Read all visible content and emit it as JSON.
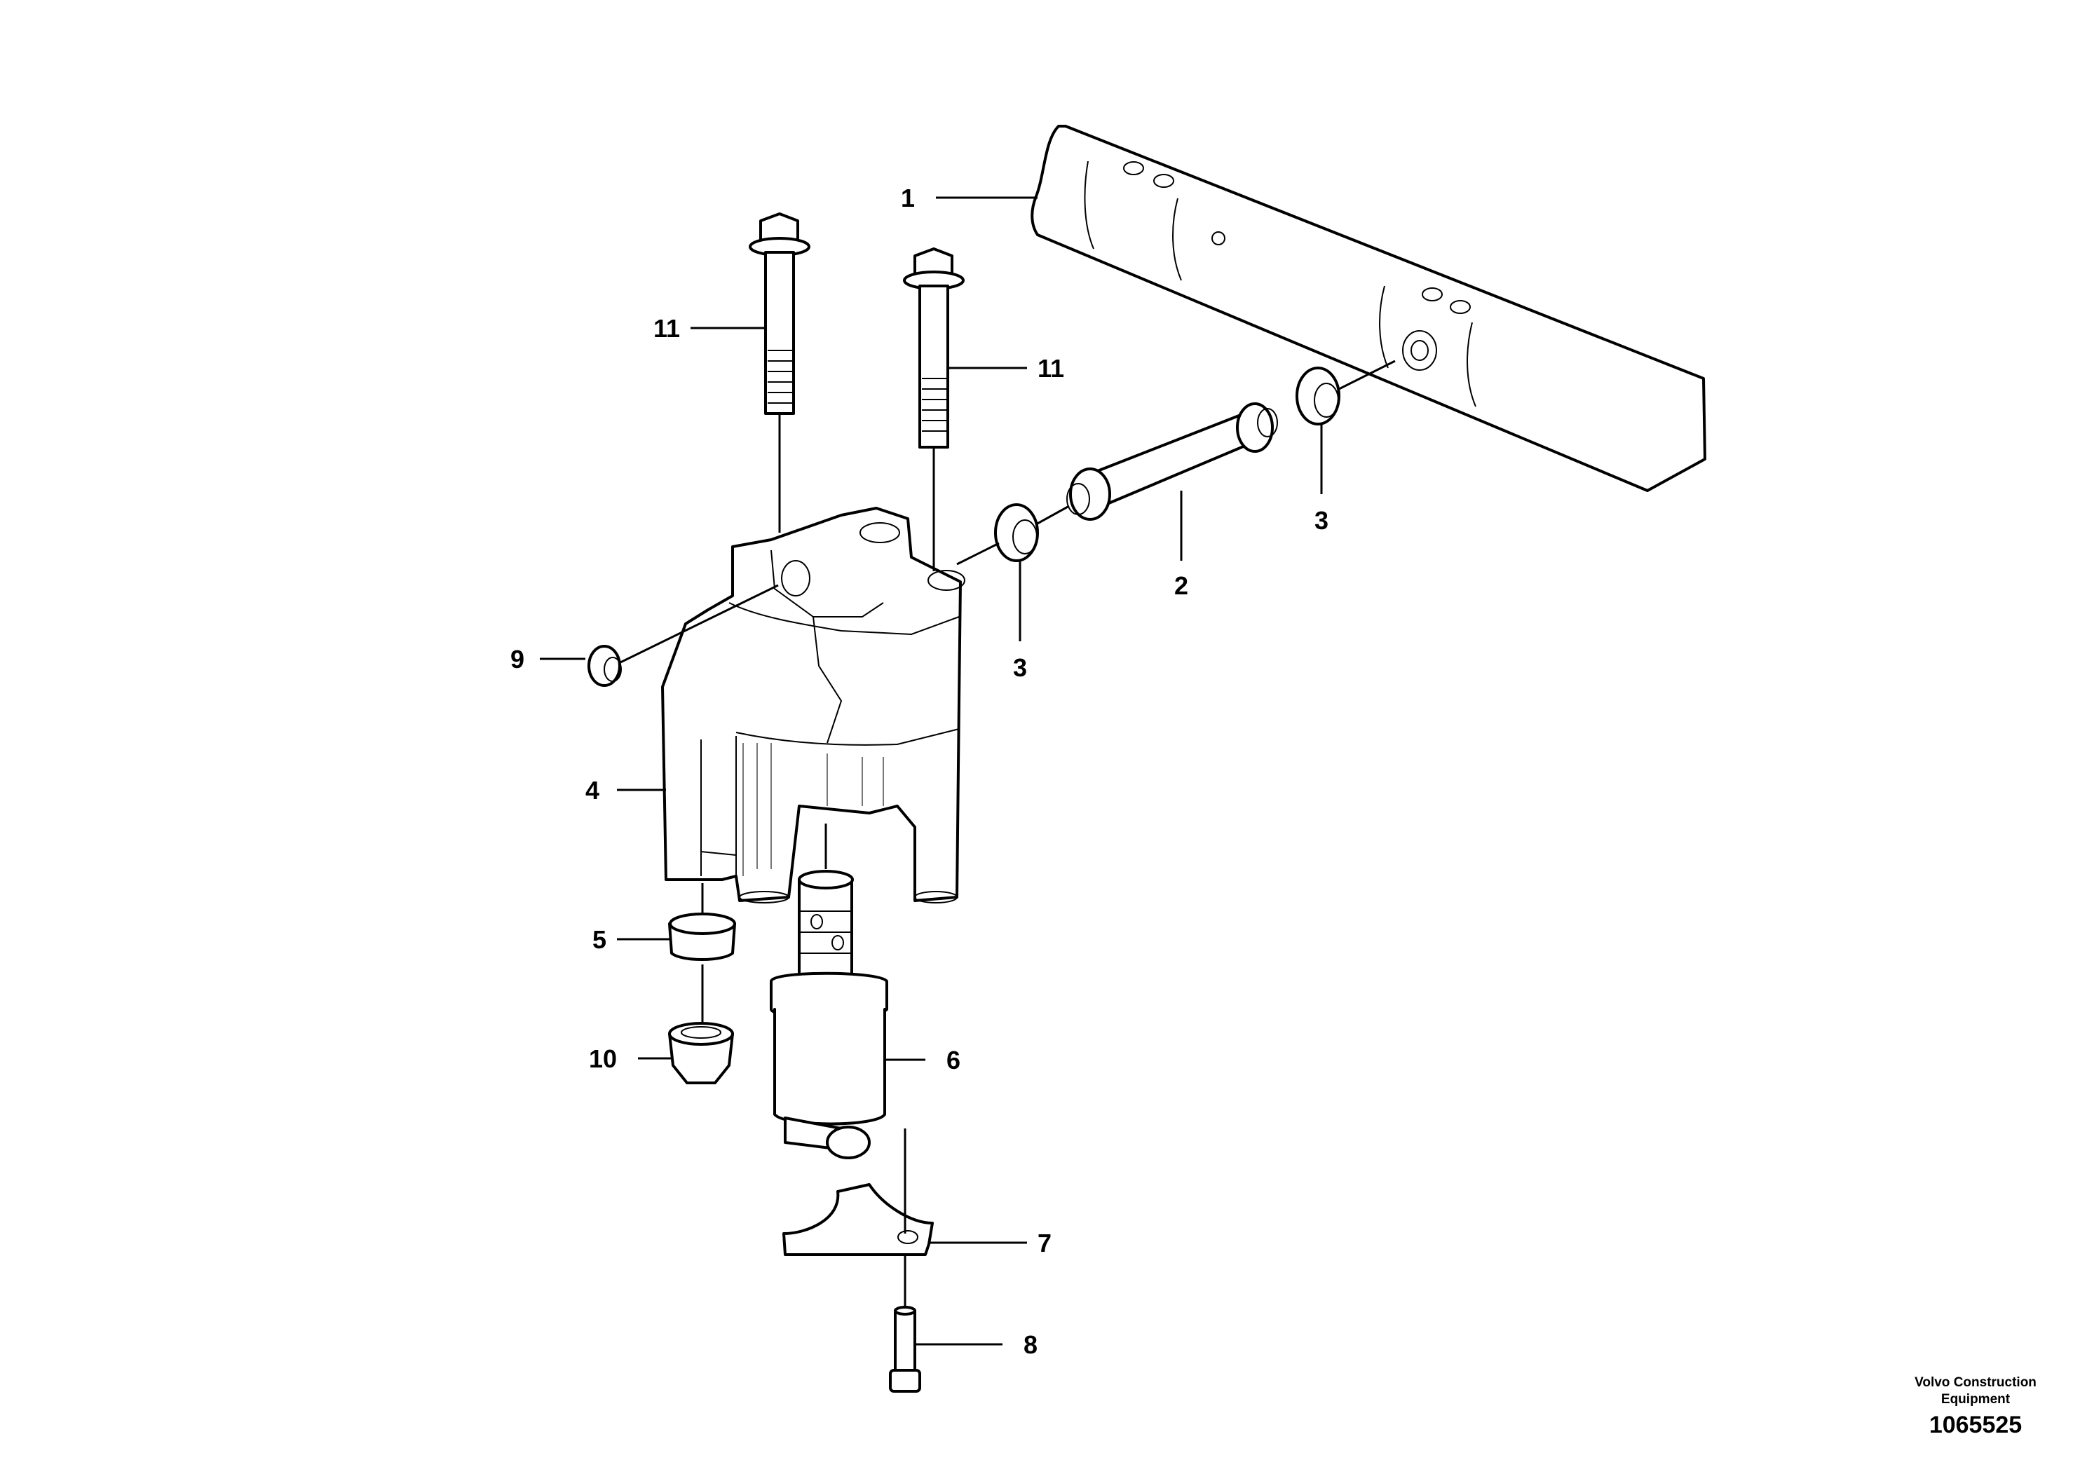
{
  "callouts": [
    {
      "id": "c1",
      "label": "1"
    },
    {
      "id": "c2",
      "label": "2"
    },
    {
      "id": "c3a",
      "label": "3"
    },
    {
      "id": "c3b",
      "label": "3"
    },
    {
      "id": "c4",
      "label": "4"
    },
    {
      "id": "c5",
      "label": "5"
    },
    {
      "id": "c6",
      "label": "6"
    },
    {
      "id": "c7",
      "label": "7"
    },
    {
      "id": "c8",
      "label": "8"
    },
    {
      "id": "c9",
      "label": "9"
    },
    {
      "id": "c10",
      "label": "10"
    },
    {
      "id": "c11a",
      "label": "11"
    },
    {
      "id": "c11b",
      "label": "11"
    }
  ],
  "footer": {
    "brand_line1": "Volvo Construction",
    "brand_line2": "Equipment",
    "doc_number": "1065525"
  }
}
